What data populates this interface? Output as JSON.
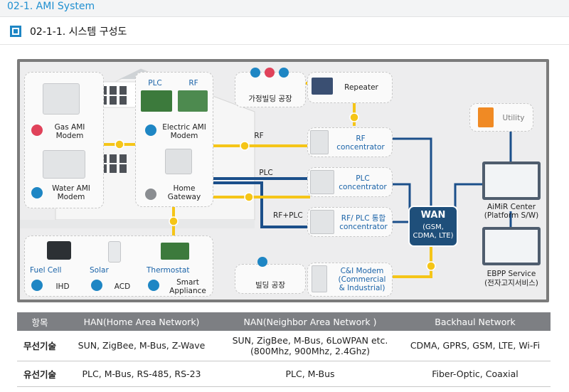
{
  "header": {
    "title": "02-1. AMI System"
  },
  "section": {
    "title": "02-1-1. 시스템 구성도"
  },
  "han": {
    "gas_modem": [
      "Gas AMI",
      "Modem"
    ],
    "water_modem": [
      "Water AMI",
      "Modem"
    ],
    "plc_tag": "PLC",
    "rf_tag": "RF",
    "electric_modem": [
      "Electric AMI",
      "Modem"
    ],
    "home_gateway": [
      "Home",
      "Gateway"
    ],
    "fuel_cell": "Fuel Cell",
    "solar": "Solar",
    "thermostat": "Thermostat",
    "ihd": "IHD",
    "acd": "ACD",
    "smart_appliance": [
      "Smart",
      "Appliance"
    ]
  },
  "nan": {
    "building_top": "가정빌딩 공장",
    "repeater": "Repeater",
    "rf_concentrator": [
      "RF",
      "concentrator"
    ],
    "plc_concentrator": [
      "PLC",
      "concentrator"
    ],
    "rfplc_concentrator": [
      "RF/ PLC 통합",
      "concentrator"
    ],
    "building_bottom": "빌딩 공장",
    "ci_modem": [
      "C&I Modem",
      "(Commercial",
      "& Industrial)"
    ],
    "line_rf": "RF",
    "line_plc": "PLC",
    "line_rfplc": "RF+PLC"
  },
  "backhaul": {
    "wan_title": "WAN",
    "wan_sub": [
      "(GSM,",
      "CDMA, LTE)"
    ],
    "utility": "Utility",
    "aimir": [
      "AiMiR Center",
      "(Platform S/W)"
    ],
    "ebpp": [
      "EBPP Service",
      "(전자고지서비스)"
    ]
  },
  "table": {
    "headers": [
      "항목",
      "HAN(Home Area Network)",
      "NAN(Neighbor Area Network )",
      "Backhaul Network"
    ],
    "rows": [
      {
        "label": "무선기술",
        "han": "SUN, ZigBee, M-Bus, Z-Wave",
        "nan": [
          "SUN, ZigBee, M-Bus, 6LoWPAN etc.",
          "(800Mhz, 900Mhz, 2.4Ghz)"
        ],
        "backhaul": "CDMA, GPRS, GSM, LTE,  Wi-Fi"
      },
      {
        "label": "유선기술",
        "han": "PLC, M-Bus, RS-485, RS-23",
        "nan": [
          "PLC, M-Bus"
        ],
        "backhaul": "Fiber-Optic, Coaxial"
      }
    ]
  },
  "colors": {
    "accent": "#1e86c4",
    "rf_line": "#f5c518",
    "plc_line": "#1b4f8a",
    "wan_box": "#1f4f7a",
    "table_header": "#7d7f83"
  }
}
